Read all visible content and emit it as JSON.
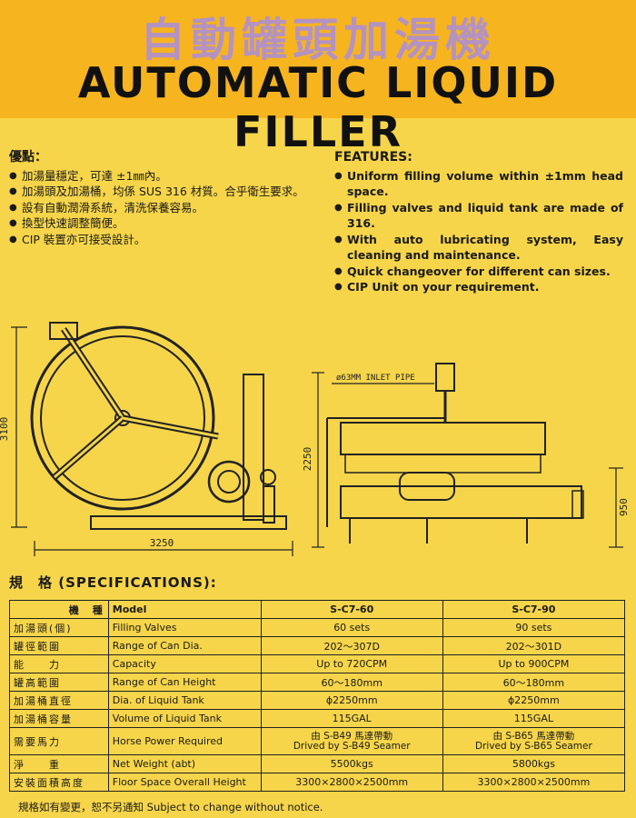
{
  "header": {
    "title_zh": "自動罐頭加湯機",
    "title_en": "AUTOMATIC LIQUID FILLER"
  },
  "features_zh": {
    "heading": "優點：",
    "items": [
      "加湯量穩定，可達 ±1㎜內。",
      "加湯頭及加湯桶，均係 SUS 316 材質。合乎衛生要求。",
      "設有自動潤滑系統，清洗保養容易。",
      "換型快速調整簡便。",
      "CIP 裝置亦可接受設計。"
    ]
  },
  "features_en": {
    "heading": "FEATURES:",
    "items": [
      "Uniform filling volume within ±1mm head space.",
      "Filling valves and liquid tank are made of 316.",
      "With auto lubricating system, Easy cleaning and maintenance.",
      "Quick changeover for different can sizes.",
      "CIP Unit on your requirement."
    ]
  },
  "drawing": {
    "dim_height_left": "3100",
    "dim_width": "3250",
    "dim_height_right": "2250",
    "dim_tank_height": "950",
    "inlet_label": "ø63MM INLET PIPE"
  },
  "specs": {
    "heading": "規　格 (SPECIFICATIONS):",
    "col_zh": "機　種",
    "col_en": "Model",
    "model_a": "S-C7-60",
    "model_b": "S-C7-90",
    "rows": [
      {
        "zh": "加湯頭(個)",
        "en": "Filling Valves",
        "a": "60 sets",
        "b": "90 sets"
      },
      {
        "zh": "罐徑範圍",
        "en": "Range of Can Dia.",
        "a": "202～307D",
        "b": "202～301D"
      },
      {
        "zh": "能　　力",
        "en": "Capacity",
        "a": "Up to 720CPM",
        "b": "Up to 900CPM"
      },
      {
        "zh": "罐高範圍",
        "en": "Range of Can Height",
        "a": "60～180mm",
        "b": "60～180mm"
      },
      {
        "zh": "加湯桶直徑",
        "en": "Dia. of Liquid Tank",
        "a": "ϕ2250mm",
        "b": "ϕ2250mm"
      },
      {
        "zh": "加湯桶容量",
        "en": "Volume of Liquid Tank",
        "a": "115GAL",
        "b": "115GAL"
      },
      {
        "zh": "需要馬力",
        "en": "Horse Power Required",
        "a": "由 S-B49 馬達帶動",
        "a2": "Drived by S-B49 Seamer",
        "b": "由 S-B65 馬達帶動",
        "b2": "Drived by S-B65 Seamer"
      },
      {
        "zh": "淨　　重",
        "en": "Net Weight (abt)",
        "a": "5500kgs",
        "b": "5800kgs"
      },
      {
        "zh": "安裝面積高度",
        "en": "Floor Space Overall Height",
        "a": "3300×2800×2500mm",
        "b": "3300×2800×2500mm"
      }
    ]
  },
  "footer": "規格如有變更，恕不另通知 Subject to change without notice."
}
